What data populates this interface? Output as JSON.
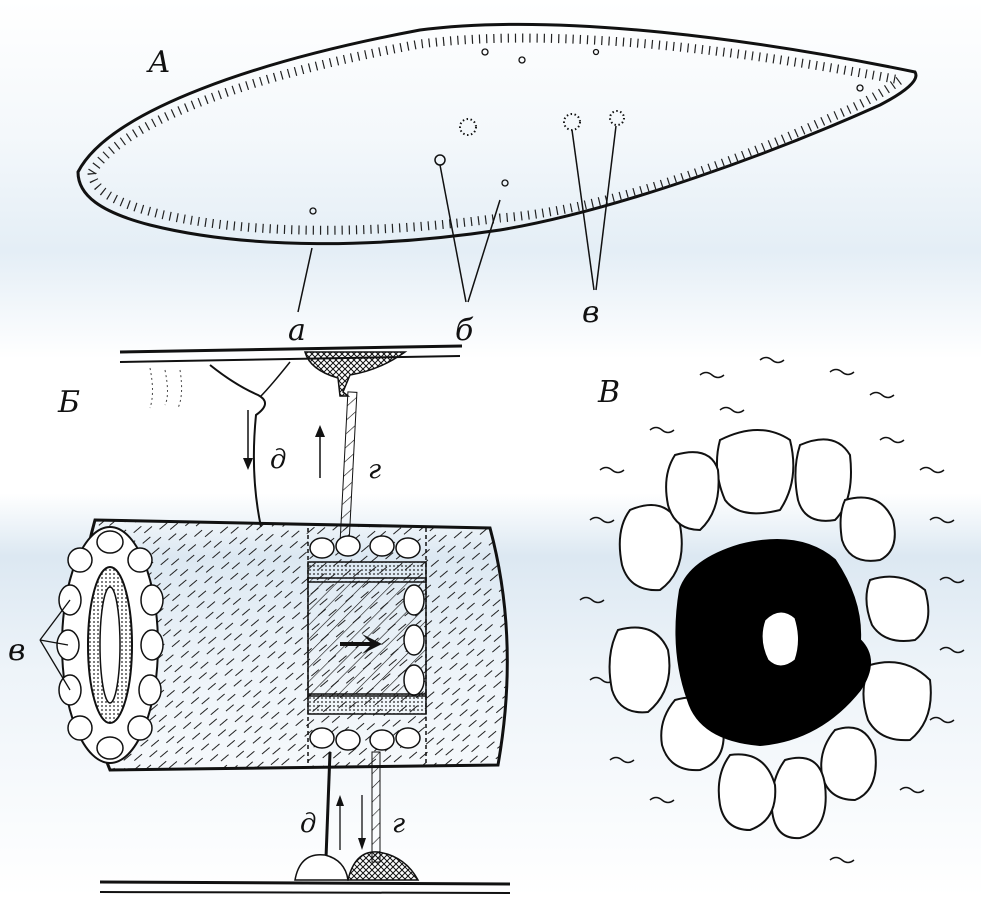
{
  "panels": {
    "a": {
      "label": "А"
    },
    "b": {
      "label": "Б"
    },
    "c": {
      "label": "В"
    }
  },
  "annotations": {
    "a": "а",
    "b": "б",
    "v_top": "в",
    "v_left": "в",
    "d_top": "д",
    "g_top": "г",
    "d_bottom": "д",
    "g_bottom": "г"
  }
}
